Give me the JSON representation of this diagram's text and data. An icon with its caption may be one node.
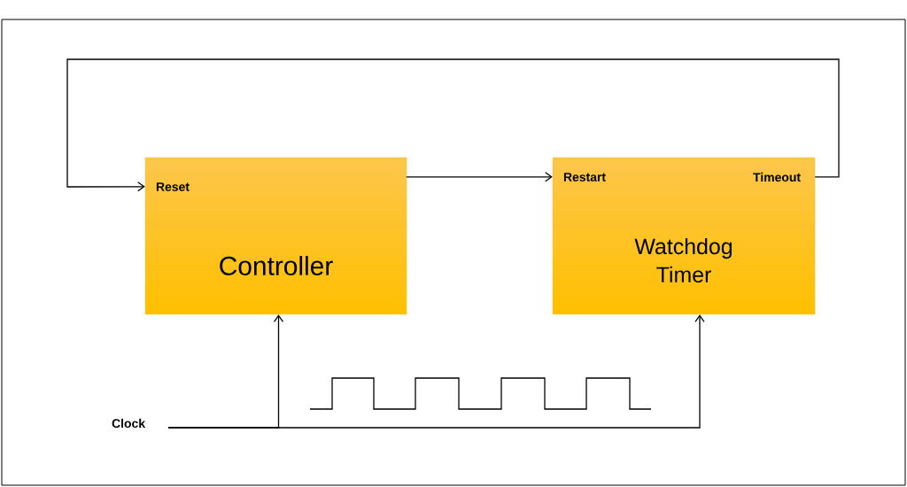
{
  "diagram": {
    "nodes": [
      {
        "text": [
          "Reset",
          "Controller"
        ]
      },
      {
        "text": [
          "Restart",
          "Timeout",
          "Watchdog Timer"
        ]
      },
      {
        "text": [
          "Clock"
        ]
      }
    ],
    "edges": [
      {
        "from": 0,
        "to": 1,
        "arrow": "to"
      },
      {
        "from": 1,
        "to": 0,
        "arrow": "to"
      },
      {
        "from": 2,
        "to": 0,
        "arrow": "to"
      },
      {
        "from": 2,
        "to": 1,
        "arrow": "to"
      }
    ]
  }
}
